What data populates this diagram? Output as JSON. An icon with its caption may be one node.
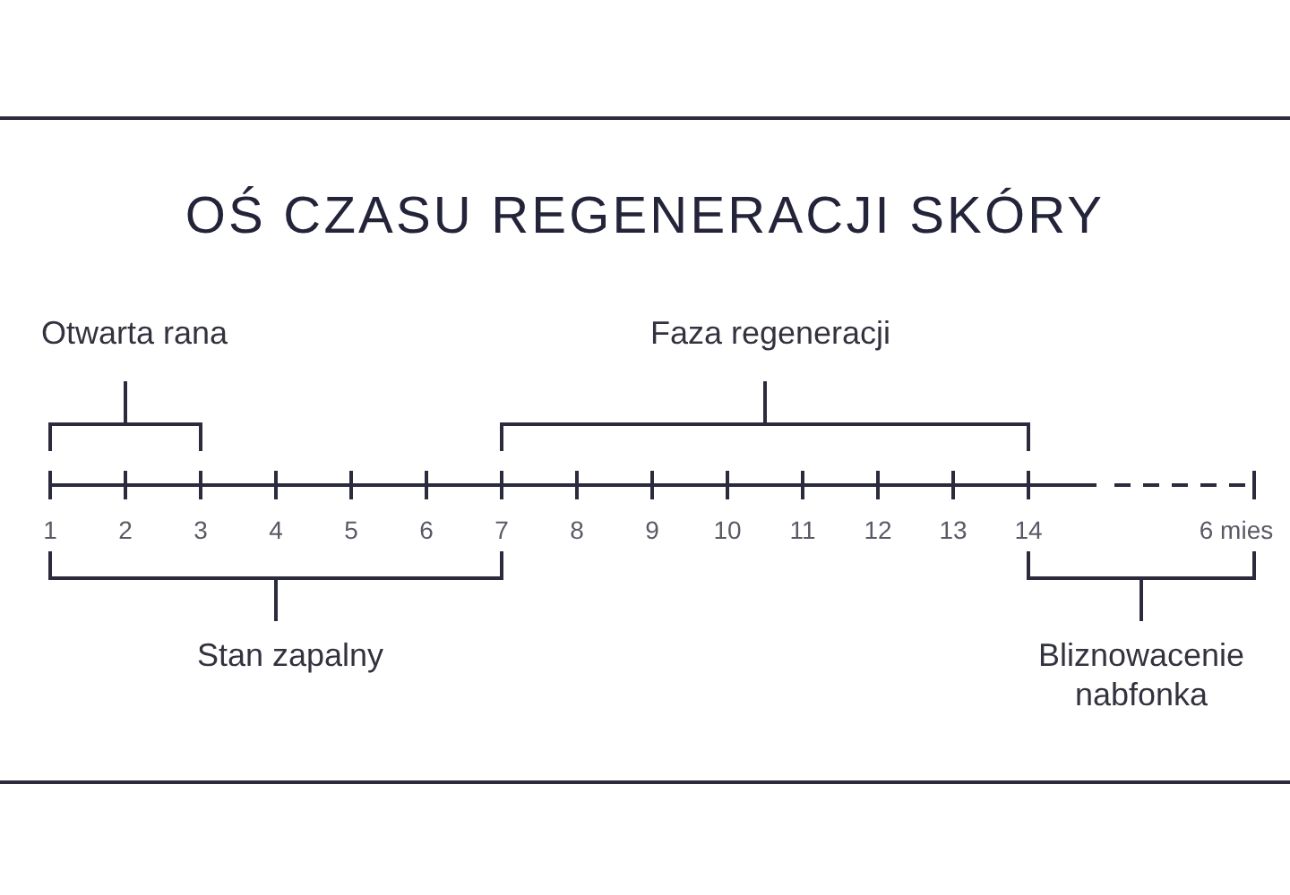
{
  "diagram": {
    "title": "OŚ CZASU REGENERACJI SKÓRY",
    "labels": [
      "Otwarta rana",
      "Faza regeneracji",
      "1",
      "2",
      "3",
      "4",
      "5",
      "6",
      "7",
      "8",
      "9",
      "10",
      "11",
      "12",
      "13",
      "14",
      "6 mies",
      "Stan zapalny",
      "Bliznowacenie nabfonka"
    ]
  }
}
